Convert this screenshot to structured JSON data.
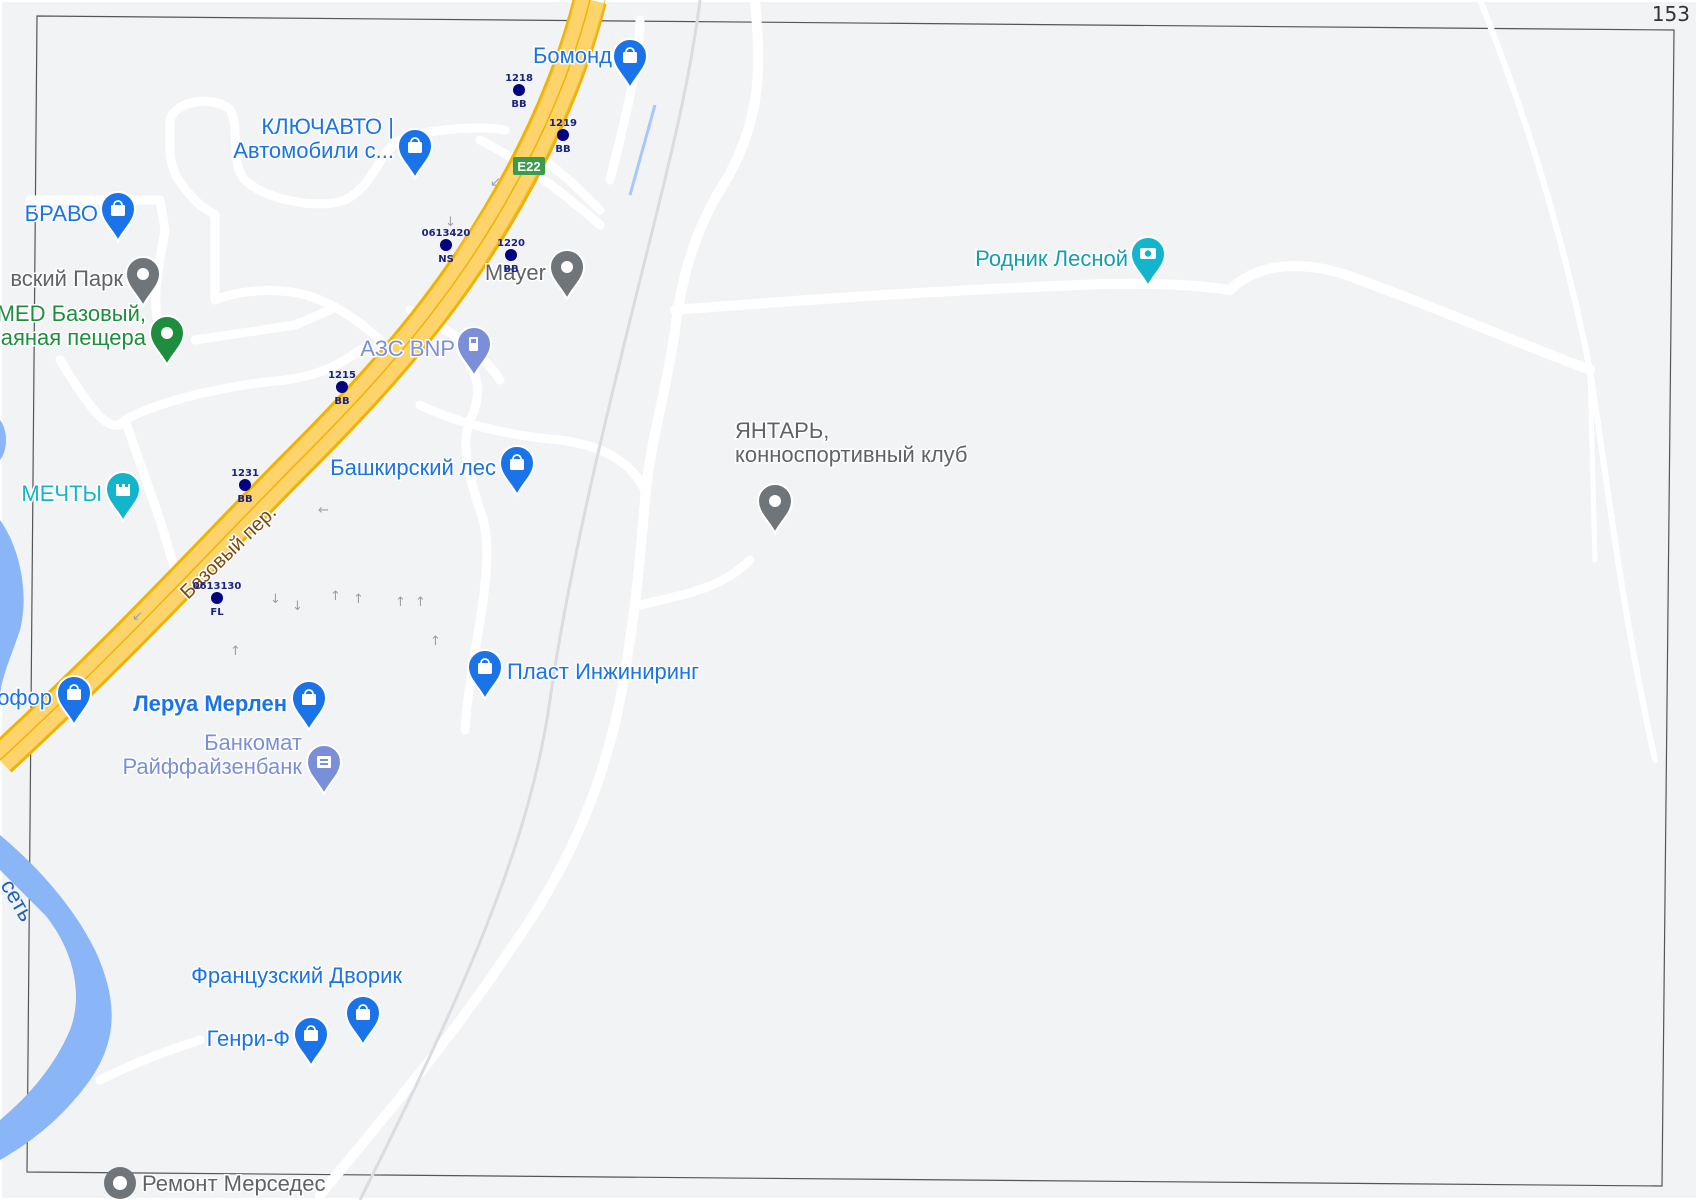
{
  "page_number": "153",
  "colors": {
    "land": "#f2f3f5",
    "road": "#ffffff",
    "highway_fill": "#fdd36b",
    "highway_edge": "#f0b400",
    "water": "#8ab6f8",
    "shop_pin": "#1a73e8",
    "park_pin": "#1e8e3e",
    "generic_pin": "#70757a",
    "teal_pin": "#12b5cb",
    "fuel_pin": "#7b8fd9",
    "stop_marker": "#000080",
    "route_badge": "#3a9b48"
  },
  "roads": {
    "street_label": "Базовый пер.",
    "route_badge": "E22",
    "water_label": "сеть"
  },
  "pois": [
    {
      "id": "bomond",
      "label_lines": [
        "Бомонд"
      ],
      "icon": "shopping-bag-icon",
      "label_color": "#1a73e8"
    },
    {
      "id": "klyuchavto",
      "label_lines": [
        "КЛЮЧАВТО |",
        "Автомобили с..."
      ],
      "icon": "shopping-bag-icon",
      "label_color": "#1a73e8"
    },
    {
      "id": "bravo",
      "label_lines": [
        "БРАВО"
      ],
      "icon": "shopping-bag-icon",
      "label_color": "#1a73e8"
    },
    {
      "id": "park",
      "label_lines": [
        "вский Парк"
      ],
      "icon": "location-icon",
      "label_color": "#5f6368"
    },
    {
      "id": "med",
      "label_lines": [
        "MED Базовый,",
        "аяная пещера"
      ],
      "icon": "location-icon",
      "label_color": "#1e8e3e"
    },
    {
      "id": "mayer",
      "label_lines": [
        "Mayer"
      ],
      "icon": "location-icon",
      "label_color": "#5f6368"
    },
    {
      "id": "azs",
      "label_lines": [
        "АЗС BNP"
      ],
      "icon": "fuel-icon",
      "label_color": "#7b8fd9"
    },
    {
      "id": "bashkir",
      "label_lines": [
        "Башкирский лес"
      ],
      "icon": "shopping-bag-icon",
      "label_color": "#1a73e8"
    },
    {
      "id": "mechty",
      "label_lines": [
        "МЕЧТЫ"
      ],
      "icon": "castle-icon",
      "label_color": "#12b5cb"
    },
    {
      "id": "yantar",
      "label_lines": [
        "ЯНТАРЬ,",
        "конноспортивный клуб"
      ],
      "icon": "location-icon",
      "label_color": "#5f6368"
    },
    {
      "id": "rodnik",
      "label_lines": [
        "Родник Лесной"
      ],
      "icon": "camera-icon",
      "label_color": "#129eaf"
    },
    {
      "id": "plast",
      "label_lines": [
        "Пласт Инжиниринг"
      ],
      "icon": "shopping-bag-icon",
      "label_color": "#1a73e8"
    },
    {
      "id": "svetofor",
      "label_lines": [
        "офор"
      ],
      "icon": "shopping-bag-icon",
      "label_color": "#1a73e8"
    },
    {
      "id": "leroy",
      "label_lines": [
        "Леруа Мерлен"
      ],
      "icon": "shopping-bag-icon",
      "label_color": "#1a73e8",
      "bold": true
    },
    {
      "id": "atm",
      "label_lines": [
        "Банкомат",
        "Райффайзенбанк"
      ],
      "icon": "atm-icon",
      "label_color": "#7b8fd9"
    },
    {
      "id": "french",
      "label_lines": [
        "Французский Дворик"
      ],
      "icon": "shopping-bag-icon",
      "label_color": "#1a73e8"
    },
    {
      "id": "henri",
      "label_lines": [
        "Генри-Ф"
      ],
      "icon": "shopping-bag-icon",
      "label_color": "#1a73e8"
    },
    {
      "id": "mercedes",
      "label_lines": [
        "Ремонт Мерседес"
      ],
      "icon": "wrench-icon",
      "label_color": "#5f6368"
    }
  ],
  "stops": [
    {
      "number": "1218",
      "code": "BB"
    },
    {
      "number": "1219",
      "code": "BB"
    },
    {
      "number": "0613420",
      "code": "NS"
    },
    {
      "number": "1220",
      "code": "BB"
    },
    {
      "number": "1215",
      "code": "BB"
    },
    {
      "number": "1231",
      "code": "BB"
    },
    {
      "number": "0613130",
      "code": "FL"
    }
  ]
}
